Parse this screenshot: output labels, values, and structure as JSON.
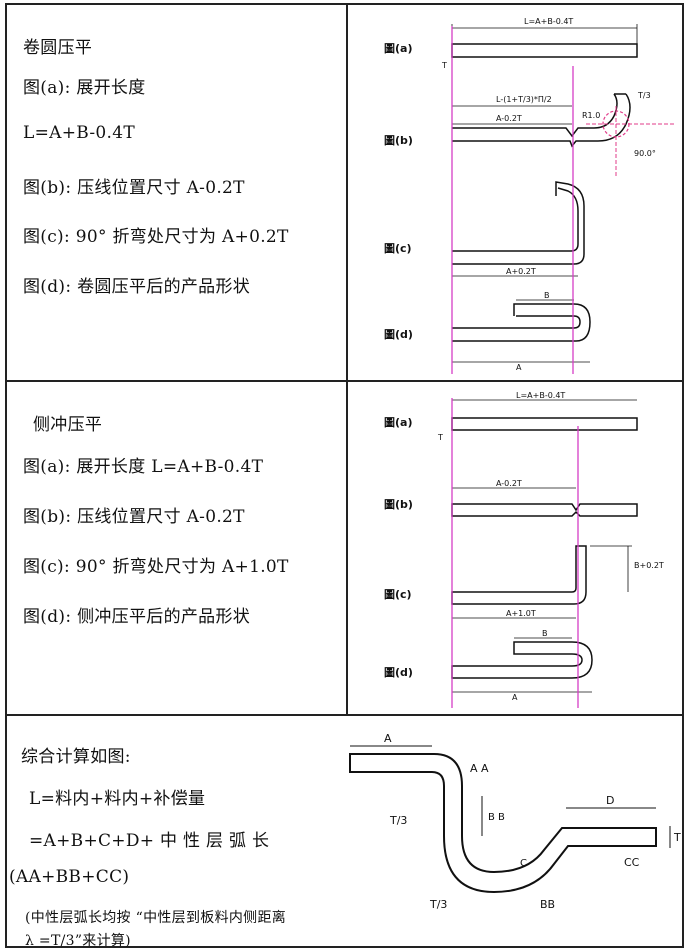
{
  "section1": {
    "title": "卷圆压平",
    "lines": [
      "图(a): 展开长度",
      "L=A+B-0.4T",
      "图(b): 压线位置尺寸  A-0.2T",
      "图(c): 90° 折弯处尺寸为 A+0.2T",
      "图(d): 卷圆压平后的产品形状"
    ],
    "fig_labels": [
      "圖(a)",
      "圖(b)",
      "圖(c)",
      "圖(d)"
    ],
    "dims": {
      "a": "L=A+B-0.4T",
      "b_top": "L-(1+T/3)*Π/2",
      "b_a": "A-0.2T",
      "b_t3": "T/3",
      "b_r": "R1.0",
      "b_ang": "90.0°",
      "c": "A+0.2T",
      "d_b": "B",
      "d_a": "A",
      "t": "T"
    }
  },
  "section2": {
    "title": "侧冲压平",
    "lines": [
      "图(a): 展开长度 L=A+B-0.4T",
      "图(b): 压线位置尺寸  A-0.2T",
      "图(c): 90° 折弯处尺寸为 A+1.0T",
      "图(d): 侧冲压平后的产品形状"
    ],
    "fig_labels": [
      "圖(a)",
      "圖(b)",
      "圖(c)",
      "圖(d)"
    ],
    "dims": {
      "a": "L=A+B-0.4T",
      "b": "A-0.2T",
      "c": "A+1.0T",
      "c_v": "B+0.2T",
      "d_b": "B",
      "d_a": "A",
      "t": "T"
    }
  },
  "section3": {
    "title": "综合计算如图:",
    "line1": "L=料内+料内+补偿量",
    "line2": "=A+B+C+D+  中  性  层  弧  长",
    "line3": "(AA+BB+CC)",
    "note1": "(中性层弧长均按  “中性层到板料内侧距离",
    "note2": "λ =T/3”来计算)",
    "dims": {
      "a": "A",
      "aa": "A A",
      "bb_v": "B B",
      "t3a": "T/3",
      "c": "C",
      "t3b": "T/3",
      "bb": "BB",
      "d": "D",
      "cc": "CC",
      "t": "T"
    }
  }
}
